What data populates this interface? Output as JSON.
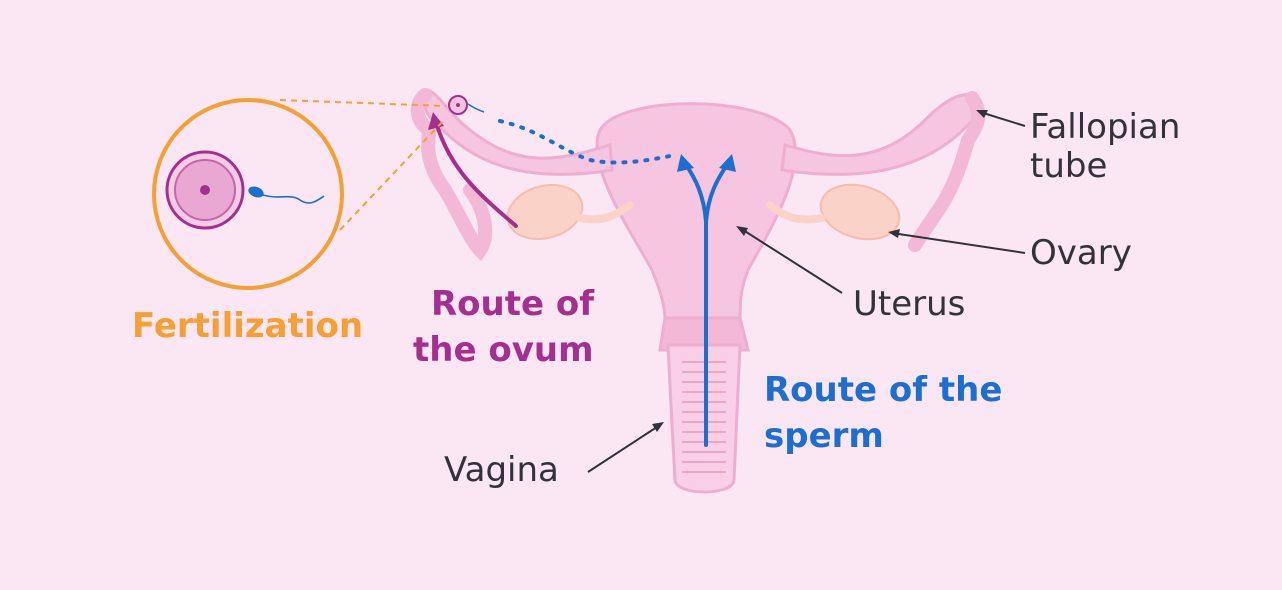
{
  "labels": {
    "fertilization": "Fertilization",
    "fallopian_tube_line1": "Fallopian",
    "fallopian_tube_line2": "tube",
    "ovary": "Ovary",
    "uterus": "Uterus",
    "vagina": "Vagina",
    "route_ovum_line1": "Route of",
    "route_ovum_line2": "the ovum",
    "route_sperm_line1": "Route of the",
    "route_sperm_line2": "sperm"
  },
  "colors": {
    "background": "#fbe6f4",
    "organ_fill": "#f6c5df",
    "organ_stroke": "#eeaed0",
    "ovary_fill": "#fbd2c8",
    "ovum_route": "#a52f8e",
    "sperm_route": "#1c6fd0",
    "fertilization": "#f6a033",
    "label_text": "#33323a"
  },
  "icons": {
    "egg": "ovum-cell-icon",
    "sperm": "sperm-cell-icon"
  }
}
